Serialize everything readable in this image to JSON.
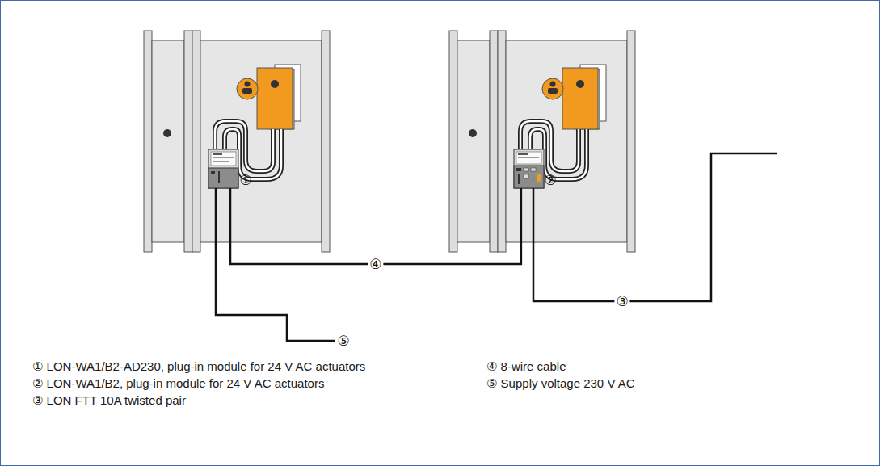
{
  "diagram": {
    "nodes": [
      {
        "text": [
          "①"
        ]
      },
      {
        "text": [
          "②"
        ]
      }
    ],
    "edges": [
      {
        "from": 0,
        "to": 1,
        "arrow": "none",
        "label": "④"
      }
    ],
    "labels": [
      "③",
      "⑤",
      "① LON-WA1/B2-AD230, plug-in module for 24 V AC actuators",
      "② LON-WA1/B2, plug-in module for 24 V AC actuators",
      "③ LON FTT 10A twisted pair",
      "④ 8-wire cable",
      "⑤ Supply voltage 230 V AC"
    ]
  }
}
